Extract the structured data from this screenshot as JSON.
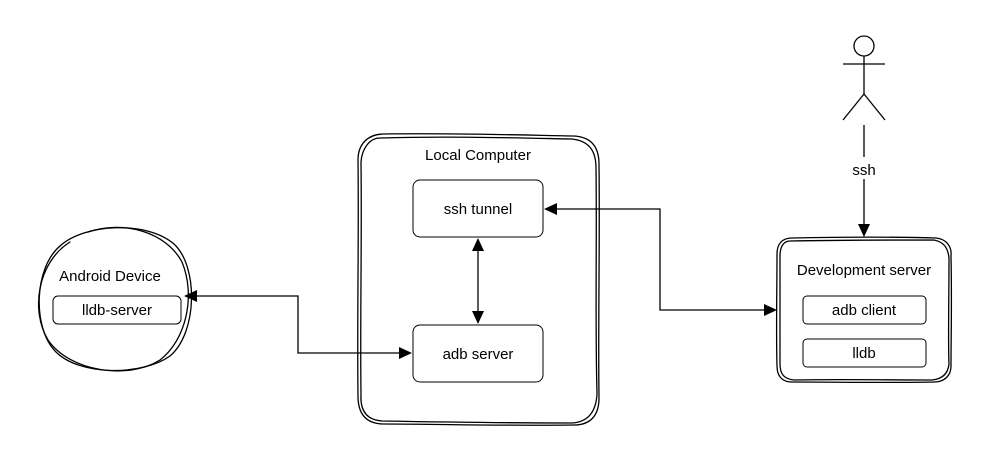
{
  "nodes": {
    "android_device": {
      "label": "Android Device"
    },
    "lldb_server": {
      "label": "lldb-server"
    },
    "local_computer": {
      "label": "Local Computer"
    },
    "ssh_tunnel": {
      "label": "ssh tunnel"
    },
    "adb_server": {
      "label": "adb server"
    },
    "development_server": {
      "label": "Development server"
    },
    "adb_client": {
      "label": "adb client"
    },
    "lldb": {
      "label": "lldb"
    },
    "user": {
      "icon": "person-icon"
    }
  },
  "edges": {
    "user_to_dev": {
      "label": "ssh"
    }
  },
  "colors": {
    "stroke": "#000000",
    "background": "#ffffff"
  }
}
